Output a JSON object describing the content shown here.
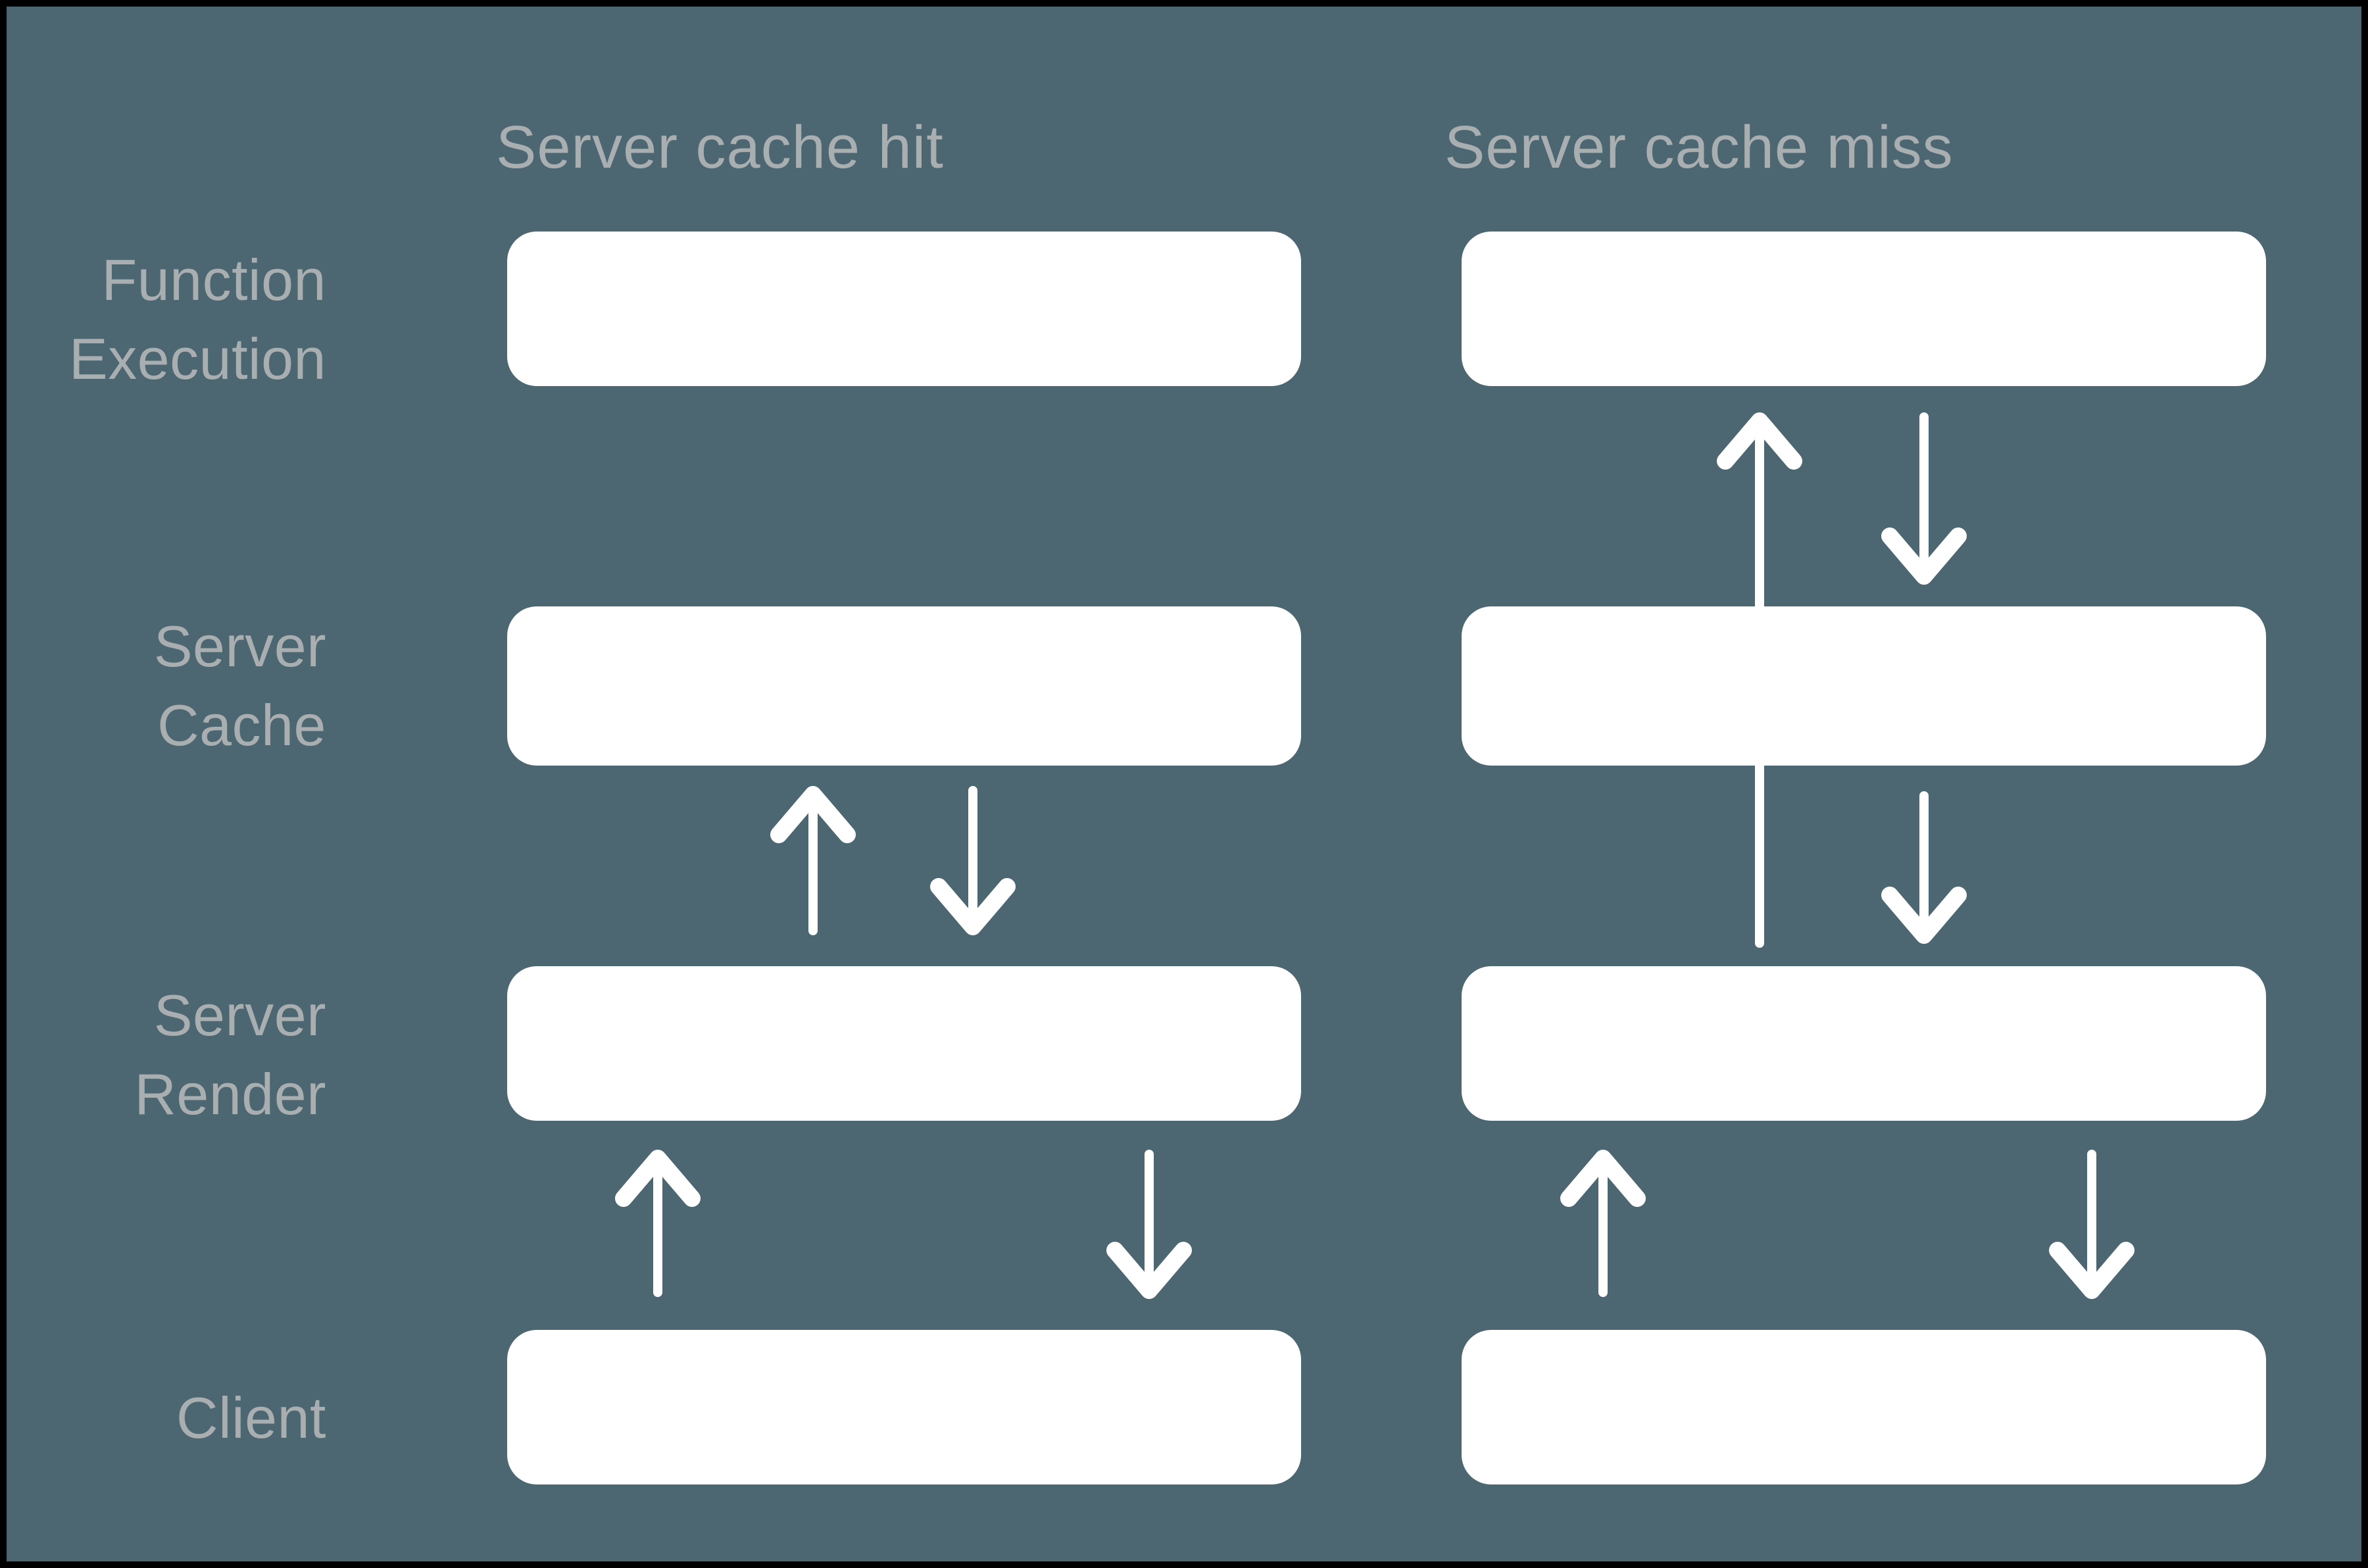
{
  "diagram": {
    "title_columns": [
      {
        "id": "hit",
        "header": "Server cache hit"
      },
      {
        "id": "miss",
        "header": "Server cache miss"
      }
    ],
    "rows": [
      {
        "id": "function-execution",
        "line1": "Function",
        "line2": "Execution"
      },
      {
        "id": "server-cache",
        "line1": "Server",
        "line2": "Cache"
      },
      {
        "id": "server-render",
        "line1": "Server",
        "line2": "Render"
      },
      {
        "id": "client",
        "line1": "Client",
        "line2": ""
      }
    ],
    "arrows": {
      "hit": [
        "up: Server Render to Server Cache",
        "down: Server Cache to Server Render",
        "up: Client to Server Render",
        "down: Server Render to Client"
      ],
      "miss": [
        "up: Server Render to Function Execution (long, passes Server Cache)",
        "down: Function Execution to Server Cache",
        "down: Server Cache to Server Render",
        "up: Client to Server Render",
        "down: Server Render to Client"
      ]
    },
    "colors": {
      "background": "#4C6771",
      "frame_border": "#000000",
      "box_fill": "#FFFFFF",
      "label_text": "#A9AEB0",
      "arrow": "#FFFFFF"
    }
  }
}
